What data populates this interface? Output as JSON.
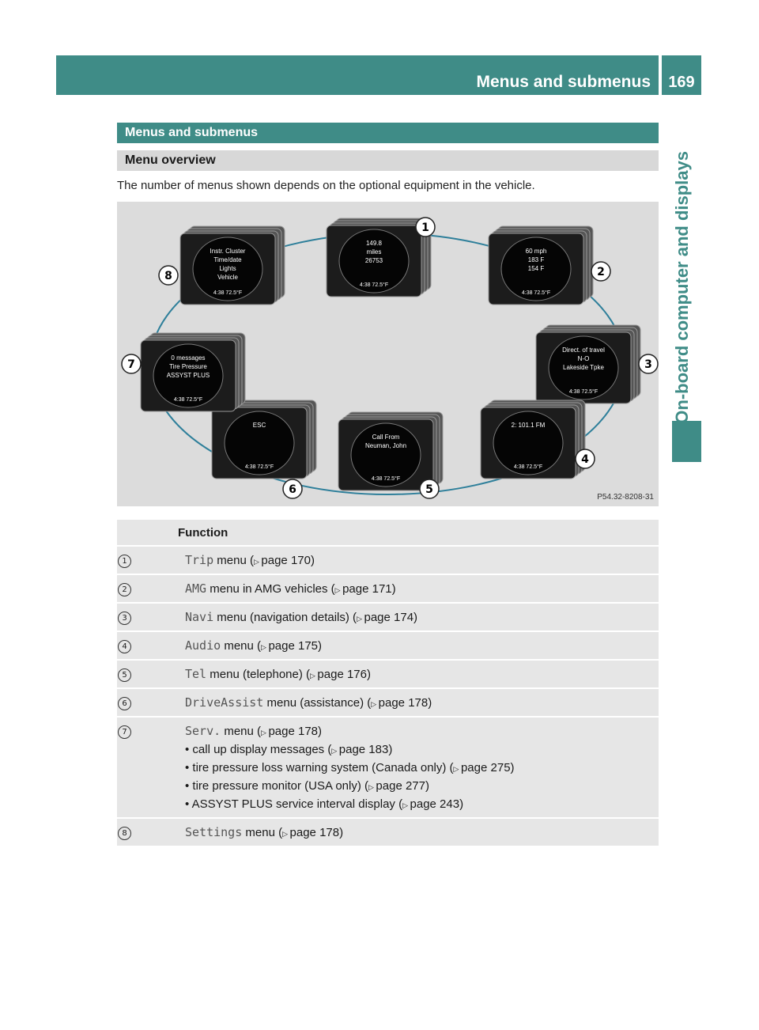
{
  "header": {
    "title": "Menus and submenus",
    "page_number": "169"
  },
  "side_tab": {
    "label": "On-board computer and displays"
  },
  "section": {
    "title": "Menus and submenus",
    "subtitle": "Menu overview",
    "intro": "The number of menus shown depends on the optional equipment in the vehicle."
  },
  "figure": {
    "id": "P54.32-8208-31",
    "screens": [
      {
        "badge": "1",
        "lines": [
          "149.8",
          "miles",
          "26753"
        ],
        "bottom": "4:38   72.5°F"
      },
      {
        "badge": "2",
        "lines": [
          "60 mph",
          "183 F",
          "154 F"
        ],
        "bottom": "4:38   72.5°F"
      },
      {
        "badge": "3",
        "lines": [
          "Direct. of travel",
          "N-O",
          "Lakeside Tpke"
        ],
        "bottom": "4:38   72.5°F"
      },
      {
        "badge": "4",
        "lines": [
          "2: 101.1 FM"
        ],
        "bottom": "4:38   72.5°F"
      },
      {
        "badge": "5",
        "lines": [
          "Call From",
          "Neuman, John"
        ],
        "bottom": "4:38   72.5°F"
      },
      {
        "badge": "6",
        "lines": [
          "ESC"
        ],
        "bottom": "4:38   72.5°F"
      },
      {
        "badge": "7",
        "lines": [
          "0 messages",
          "Tire Pressure",
          "ASSYST PLUS"
        ],
        "bottom": "4:38   72.5°F"
      },
      {
        "badge": "8",
        "lines": [
          "Instr. Cluster",
          "Time/date",
          "Lights",
          "Vehicle"
        ],
        "bottom": "4:38   72.5°F"
      }
    ]
  },
  "table": {
    "header": "Function",
    "rows": [
      {
        "num": "1",
        "code": "Trip",
        "text": " menu (",
        "page": "page 170)"
      },
      {
        "num": "2",
        "code": "AMG",
        "text": " menu in AMG vehicles (",
        "page": "page 171)"
      },
      {
        "num": "3",
        "code": "Navi",
        "text": " menu (navigation details) (",
        "page": "page 174)"
      },
      {
        "num": "4",
        "code": "Audio",
        "text": " menu (",
        "page": "page 175)"
      },
      {
        "num": "5",
        "code": "Tel",
        "text": " menu (telephone) (",
        "page": "page 176)"
      },
      {
        "num": "6",
        "code": "DriveAssist",
        "text": " menu (assistance) (",
        "page": "page 178)"
      },
      {
        "num": "7",
        "code": "Serv.",
        "text": " menu (",
        "page": "page 178)",
        "bullets": [
          {
            "text": "call up display messages (",
            "page": "page 183)"
          },
          {
            "text": "tire pressure loss warning system (Canada only) (",
            "page": "page 275)"
          },
          {
            "text": "tire pressure monitor (USA only) (",
            "page": "page 277)"
          },
          {
            "text": "ASSYST PLUS service interval display (",
            "page": "page 243)"
          }
        ]
      },
      {
        "num": "8",
        "code": "Settings",
        "text": " menu (",
        "page": "page 178)"
      }
    ]
  }
}
